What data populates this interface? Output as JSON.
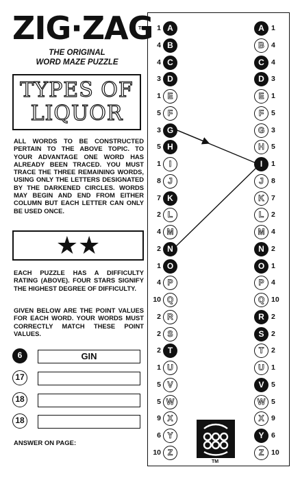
{
  "header": {
    "logo": "ZIG·ZAG",
    "tm": "TM",
    "subtitle_line1": "THE ORIGINAL",
    "subtitle_line2": "WORD MAZE PUZZLE"
  },
  "topic": "TYPES OF LIQUOR",
  "instructions": "ALL WORDS TO BE CONSTRUCTED PERTAIN TO THE ABOVE TOPIC. TO YOUR ADVANTAGE ONE WORD HAS ALREADY BEEN TRACED. YOU MUST TRACE THE THREE REMAINING WORDS, USING ONLY THE LETTERS DESIGNATED BY THE DARKENED CIRCLES. WORDS MAY BEGIN AND END FROM EITHER COLUMN BUT EACH LETTER CAN ONLY BE USED ONCE.",
  "stars": "★★",
  "rating_text": "EACH PUZZLE HAS A DIFFICULTY RATING (ABOVE). FOUR STARS SIGNIFY THE HIGHEST DEGREE OF DIFFICULTY.",
  "points_text": "GIVEN BELOW ARE THE POINT VALUES FOR EACH WORD. YOUR WORDS MUST CORRECTLY MATCH THESE POINT VALUES.",
  "answers": [
    {
      "points": "6",
      "word": "GIN",
      "filled": true
    },
    {
      "points": "17",
      "word": "",
      "filled": false
    },
    {
      "points": "18",
      "word": "",
      "filled": false
    },
    {
      "points": "18",
      "word": "",
      "filled": false
    }
  ],
  "answer_on": "ANSWER ON PAGE:",
  "left_column": [
    {
      "n": "1",
      "l": "A",
      "d": true
    },
    {
      "n": "4",
      "l": "B",
      "d": true
    },
    {
      "n": "4",
      "l": "C",
      "d": true
    },
    {
      "n": "3",
      "l": "D",
      "d": true
    },
    {
      "n": "1",
      "l": "E",
      "d": false
    },
    {
      "n": "5",
      "l": "F",
      "d": false
    },
    {
      "n": "3",
      "l": "G",
      "d": true
    },
    {
      "n": "5",
      "l": "H",
      "d": true
    },
    {
      "n": "1",
      "l": "I",
      "d": false
    },
    {
      "n": "8",
      "l": "J",
      "d": false
    },
    {
      "n": "7",
      "l": "K",
      "d": true
    },
    {
      "n": "2",
      "l": "L",
      "d": false
    },
    {
      "n": "4",
      "l": "M",
      "d": false
    },
    {
      "n": "2",
      "l": "N",
      "d": true
    },
    {
      "n": "1",
      "l": "O",
      "d": true
    },
    {
      "n": "4",
      "l": "P",
      "d": false
    },
    {
      "n": "10",
      "l": "Q",
      "d": false
    },
    {
      "n": "2",
      "l": "R",
      "d": false
    },
    {
      "n": "2",
      "l": "S",
      "d": false
    },
    {
      "n": "2",
      "l": "T",
      "d": true
    },
    {
      "n": "1",
      "l": "U",
      "d": false
    },
    {
      "n": "5",
      "l": "V",
      "d": false
    },
    {
      "n": "5",
      "l": "W",
      "d": false
    },
    {
      "n": "9",
      "l": "X",
      "d": false
    },
    {
      "n": "6",
      "l": "Y",
      "d": false
    },
    {
      "n": "10",
      "l": "Z",
      "d": false
    }
  ],
  "right_column": [
    {
      "n": "1",
      "l": "A",
      "d": true
    },
    {
      "n": "4",
      "l": "B",
      "d": false
    },
    {
      "n": "4",
      "l": "C",
      "d": true
    },
    {
      "n": "3",
      "l": "D",
      "d": true
    },
    {
      "n": "1",
      "l": "E",
      "d": false
    },
    {
      "n": "5",
      "l": "F",
      "d": false
    },
    {
      "n": "3",
      "l": "G",
      "d": false
    },
    {
      "n": "5",
      "l": "H",
      "d": false
    },
    {
      "n": "1",
      "l": "I",
      "d": true
    },
    {
      "n": "8",
      "l": "J",
      "d": false
    },
    {
      "n": "7",
      "l": "K",
      "d": false
    },
    {
      "n": "2",
      "l": "L",
      "d": false
    },
    {
      "n": "4",
      "l": "M",
      "d": false
    },
    {
      "n": "2",
      "l": "N",
      "d": true
    },
    {
      "n": "1",
      "l": "O",
      "d": true
    },
    {
      "n": "4",
      "l": "P",
      "d": false
    },
    {
      "n": "10",
      "l": "Q",
      "d": false
    },
    {
      "n": "2",
      "l": "R",
      "d": true
    },
    {
      "n": "2",
      "l": "S",
      "d": true
    },
    {
      "n": "2",
      "l": "T",
      "d": false
    },
    {
      "n": "1",
      "l": "U",
      "d": false
    },
    {
      "n": "5",
      "l": "V",
      "d": true
    },
    {
      "n": "5",
      "l": "W",
      "d": false
    },
    {
      "n": "9",
      "l": "X",
      "d": false
    },
    {
      "n": "6",
      "l": "Y",
      "d": true
    },
    {
      "n": "10",
      "l": "Z",
      "d": false
    }
  ],
  "traced_word": [
    "G",
    "I",
    "N"
  ],
  "brand_tm": "TM"
}
